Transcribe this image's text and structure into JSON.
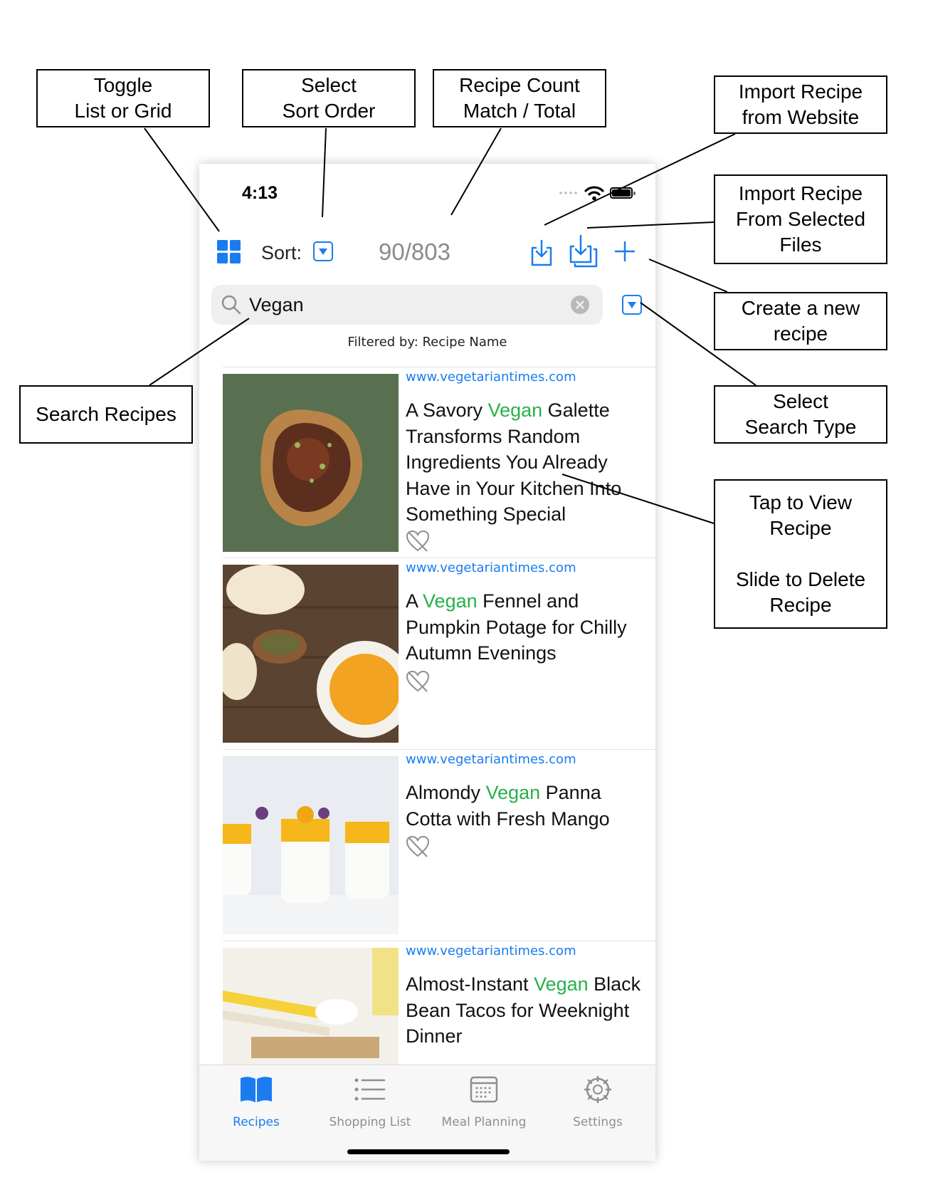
{
  "callouts": {
    "toggle": "Toggle\nList or Grid",
    "sort": "Select\nSort Order",
    "count": "Recipe Count\nMatch / Total",
    "import_web": "Import Recipe\nfrom Website",
    "import_files": "Import Recipe\nFrom Selected\nFiles",
    "new_recipe": "Create a new\nrecipe",
    "search_type": "Select\nSearch Type",
    "search": "Search Recipes",
    "tap_view": "Tap to View\nRecipe\n\nSlide to Delete\nRecipe"
  },
  "status": {
    "time": "4:13"
  },
  "toolbar": {
    "sort_label": "Sort:",
    "count": "90/803"
  },
  "search": {
    "value": "Vegan",
    "filter_label": "Filtered by: Recipe Name"
  },
  "recipes": [
    {
      "site": "www.vegetariantimes.com",
      "before": "A Savory ",
      "highlight": "Vegan",
      "after": " Galette Transforms Random Ingredients You Already Have in Your Kitchen Into Something Special"
    },
    {
      "site": "www.vegetariantimes.com",
      "before": "A ",
      "highlight": "Vegan",
      "after": " Fennel and Pumpkin Potage for Chilly Autumn Evenings"
    },
    {
      "site": "www.vegetariantimes.com",
      "before": "Almondy ",
      "highlight": "Vegan",
      "after": " Panna Cotta with Fresh Mango"
    },
    {
      "site": "www.vegetariantimes.com",
      "before": "Almost-Instant ",
      "highlight": "Vegan",
      "after": " Black Bean Tacos for Weeknight Dinner"
    }
  ],
  "tabs": [
    {
      "label": "Recipes"
    },
    {
      "label": "Shopping List"
    },
    {
      "label": "Meal Planning"
    },
    {
      "label": "Settings"
    }
  ],
  "colors": {
    "accent": "#1a7cf0",
    "highlight": "#27b14a",
    "secondary_text": "#8a8a8e"
  }
}
